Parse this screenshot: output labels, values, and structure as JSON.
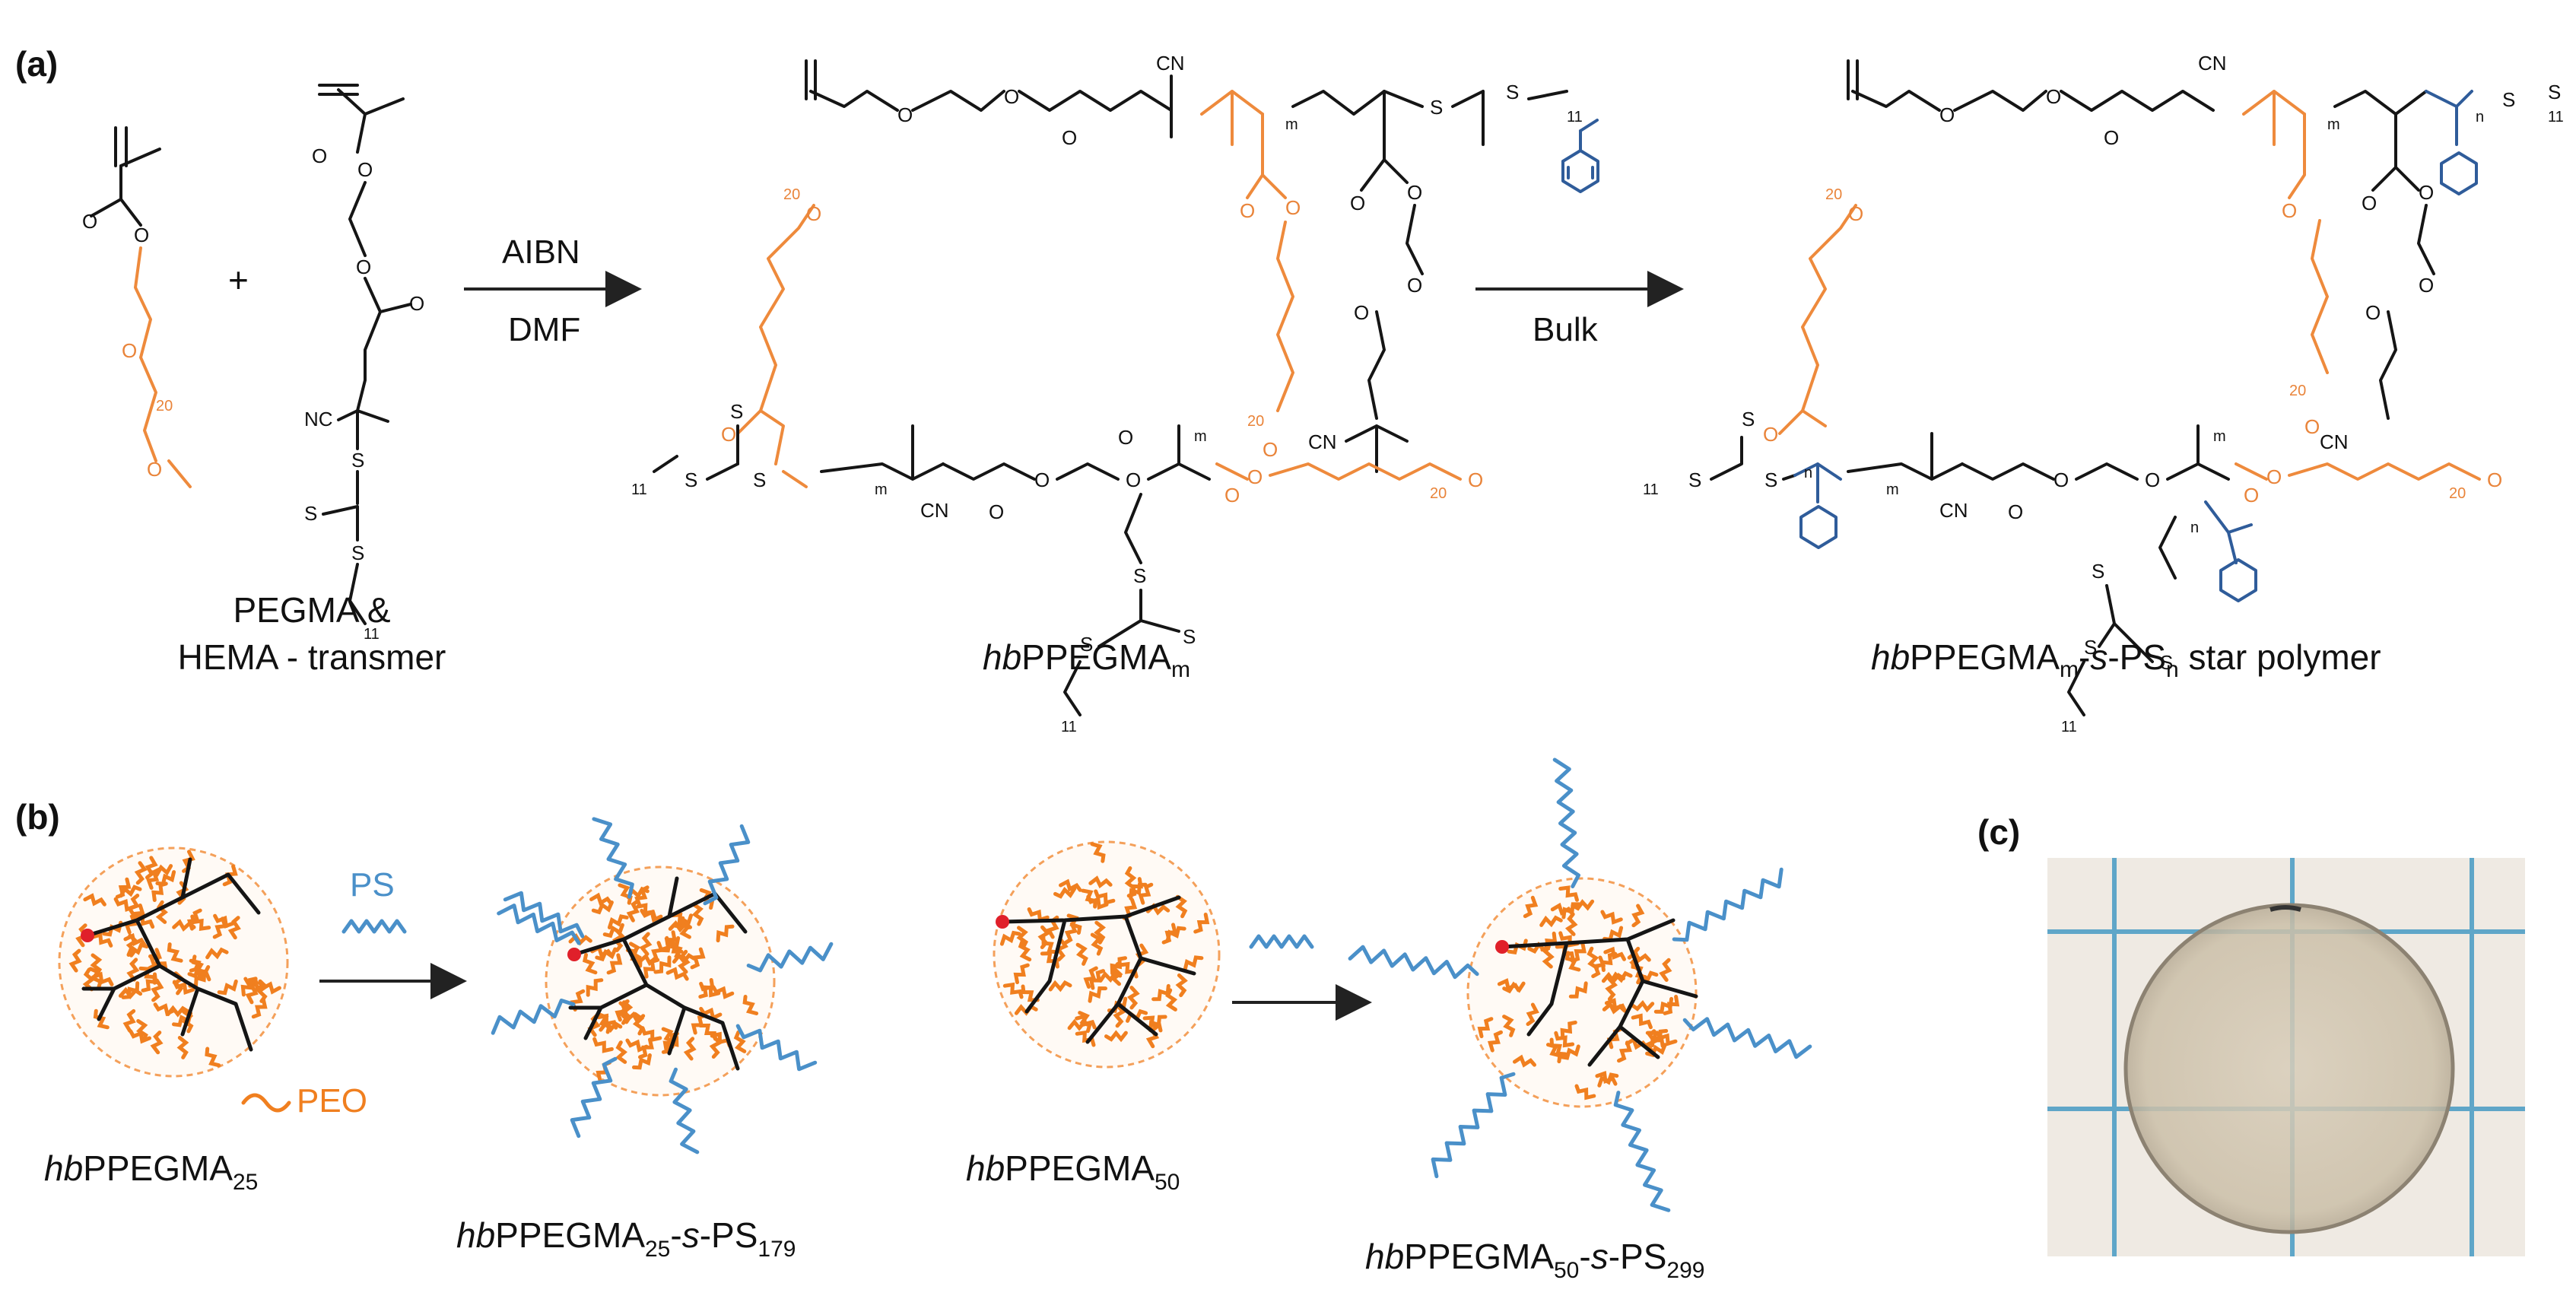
{
  "panels": {
    "a": "(a)",
    "b": "(b)",
    "c": "(c)"
  },
  "reagents": {
    "step1_top": "AIBN",
    "step1_bottom": "DMF",
    "step2_bottom": "Bulk"
  },
  "captions": {
    "monomers_line1": "PEGMA &",
    "monomers_line2": "HEMA - transmer",
    "hb_prefix": "hb",
    "hb_main": "PPEGMA",
    "hb_sub_m": "m",
    "star_mid": "-",
    "star_s": "s",
    "star_ps": "-PS",
    "star_sub_n": "n",
    "star_tail": " star polymer"
  },
  "atoms": {
    "O": "O",
    "S": "S",
    "CN": "CN",
    "NC": "NC"
  },
  "subscripts": {
    "n11": "11",
    "n20": "20",
    "m": "m",
    "n": "n"
  },
  "panel_b": {
    "ps_label": "PS",
    "peo_label": "PEO",
    "item1": {
      "prefix": "hb",
      "main": "PPEGMA",
      "sub": "25"
    },
    "item2": {
      "prefix": "hb",
      "main": "PPEGMA",
      "sub": "25",
      "dash1": "-",
      "s": "s",
      "ps": "-PS",
      "ps_sub": "179"
    },
    "item3": {
      "prefix": "hb",
      "main": "PPEGMA",
      "sub": "50"
    },
    "item4": {
      "prefix": "hb",
      "main": "PPEGMA",
      "sub": "50",
      "dash1": "-",
      "s": "s",
      "ps": "-PS",
      "ps_sub": "299"
    }
  },
  "colors": {
    "peo_orange": "#f07f1f",
    "ps_blue": "#4a90c9",
    "chem_orange": "#ee8a3c",
    "chem_blue": "#2f5c9a",
    "initiator_red": "#e0202a",
    "grid_blue": "#5fa6c8"
  }
}
